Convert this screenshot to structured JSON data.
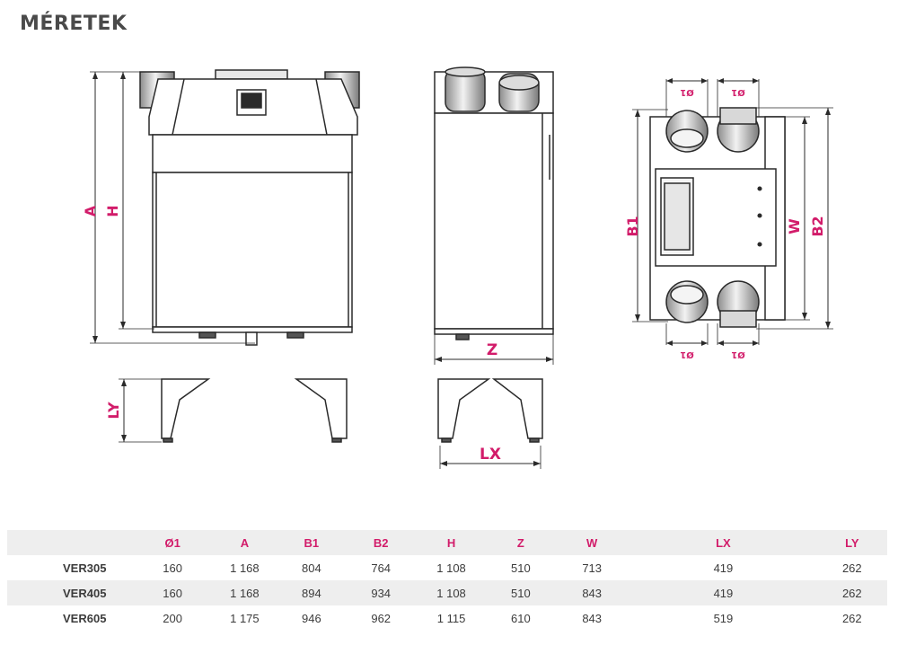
{
  "title": "MÉRETEK",
  "labels": {
    "A": "A",
    "H": "H",
    "Z": "Z",
    "LY": "LY",
    "LX": "LX",
    "B1": "B1",
    "W": "W",
    "B2": "B2",
    "phi": "Ø1"
  },
  "table": {
    "headers": [
      "",
      "Ø1",
      "A",
      "B1",
      "B2",
      "H",
      "Z",
      "W",
      "LX",
      "LY"
    ],
    "rows": [
      {
        "model": "VER305",
        "values": [
          "160",
          "1 168",
          "804",
          "764",
          "1 108",
          "510",
          "713",
          "419",
          "262"
        ]
      },
      {
        "model": "VER405",
        "values": [
          "160",
          "1 168",
          "894",
          "934",
          "1 108",
          "510",
          "843",
          "419",
          "262"
        ]
      },
      {
        "model": "VER605",
        "values": [
          "200",
          "1 175",
          "946",
          "962",
          "1 115",
          "610",
          "843",
          "519",
          "262"
        ]
      }
    ]
  },
  "colors": {
    "accent": "#d21c6a",
    "line": "#2a2a2a",
    "panel": "#eeeeee"
  }
}
